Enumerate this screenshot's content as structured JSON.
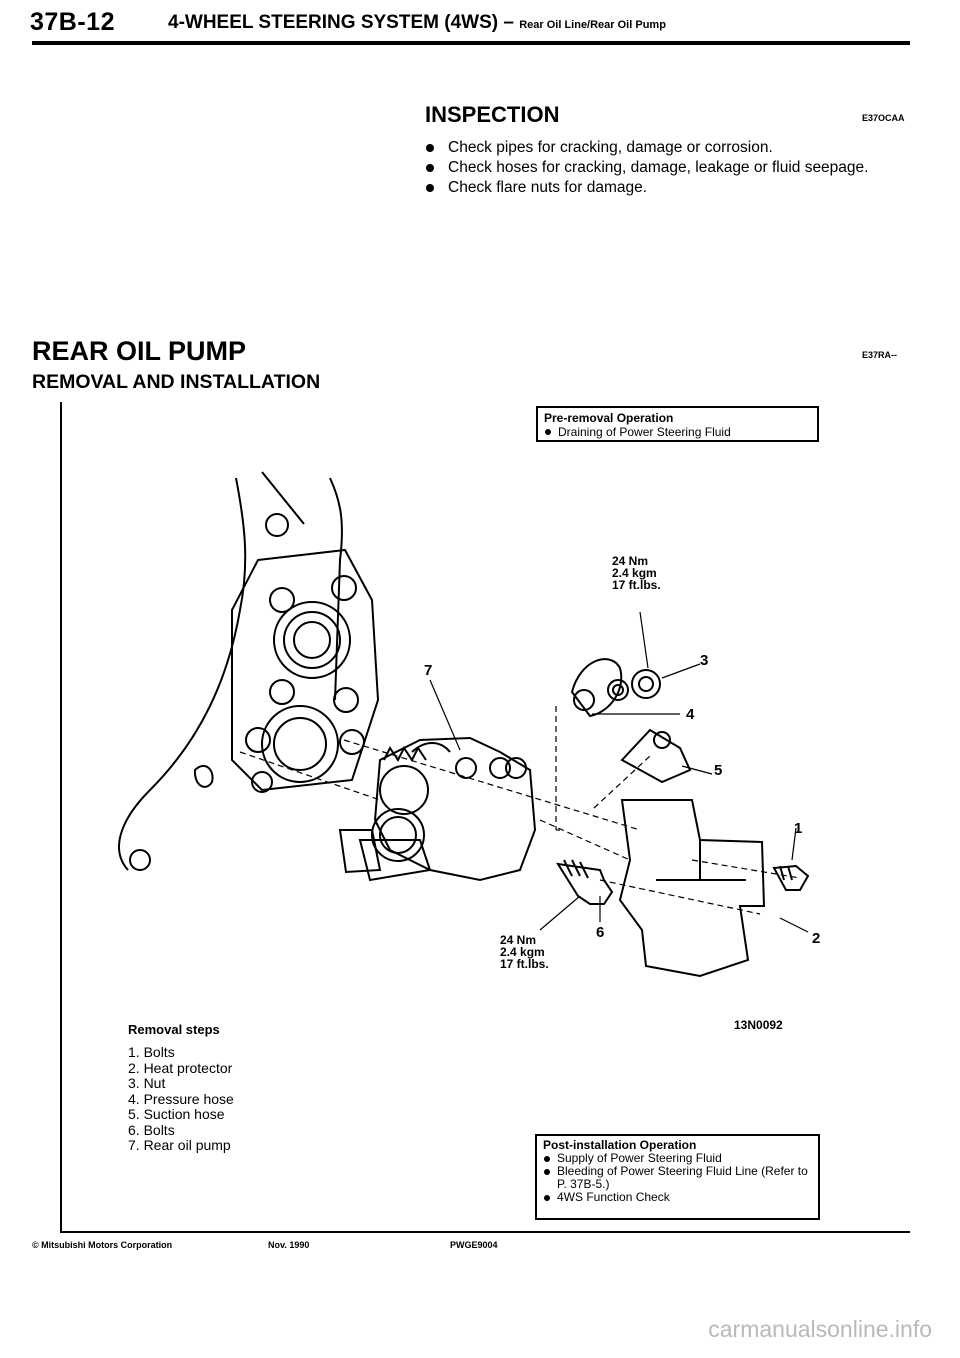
{
  "header": {
    "page_number": "37B-12",
    "section_title": "4-WHEEL STEERING SYSTEM (4WS) –",
    "section_subtitle": "Rear Oil Line/Rear Oil Pump"
  },
  "inspection": {
    "title": "INSPECTION",
    "code": "E37OCAA",
    "items": [
      "Check pipes for cracking, damage or corrosion.",
      "Check hoses for cracking, damage, leakage or fluid seepage.",
      "Check flare nuts for damage."
    ]
  },
  "rear_oil_pump": {
    "title": "REAR OIL PUMP",
    "code": "E37RA--",
    "subtitle": "REMOVAL AND INSTALLATION"
  },
  "pre_removal": {
    "title": "Pre-removal Operation",
    "items": [
      "Draining of Power Steering Fluid"
    ]
  },
  "torque_top": {
    "nm": "24 Nm",
    "kgm": "2.4 kgm",
    "ftlbs": "17 ft.lbs."
  },
  "torque_bottom": {
    "nm": "24 Nm",
    "kgm": "2.4 kgm",
    "ftlbs": "17 ft.lbs."
  },
  "callouts": {
    "c1": "1",
    "c2": "2",
    "c3": "3",
    "c4": "4",
    "c5": "5",
    "c6": "6",
    "c7": "7"
  },
  "figure_code": "13N0092",
  "removal_steps": {
    "title": "Removal steps",
    "items": [
      "1. Bolts",
      "2. Heat protector",
      "3. Nut",
      "4. Pressure hose",
      "5. Suction hose",
      "6. Bolts",
      "7. Rear oil pump"
    ]
  },
  "post_installation": {
    "title": "Post-installation Operation",
    "items": [
      "Supply of Power Steering Fluid",
      "Bleeding of Power Steering Fluid Line (Refer to P. 37B-5.)",
      "4WS Function Check"
    ]
  },
  "footer": {
    "copyright": "© Mitsubishi Motors Corporation",
    "date": "Nov. 1990",
    "code": "PWGE9004"
  },
  "watermark": "carmanualsonline.info"
}
